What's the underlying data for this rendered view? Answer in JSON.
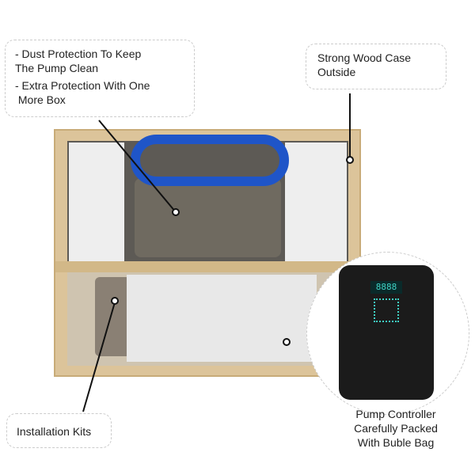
{
  "callouts": {
    "protection": {
      "line1": "- Dust Protection To Keep",
      "line2": "The Pump Clean",
      "line3": "- Extra Protection With One",
      "line4": " More Box"
    },
    "wood_case": {
      "line1": "Strong Wood Case",
      "line2": "Outside"
    },
    "kits": {
      "text": "Installation Kits"
    },
    "controller": {
      "line1": "Pump Controller",
      "line2": "Carefully Packed",
      "line3": "With Buble Bag"
    }
  },
  "controller_display": "8888",
  "colors": {
    "wood": "#dcc49a",
    "foam": "#eeeeee",
    "hose": "#1f55c8",
    "controller": "#1b1b1b",
    "display": "#3fd2c4"
  }
}
